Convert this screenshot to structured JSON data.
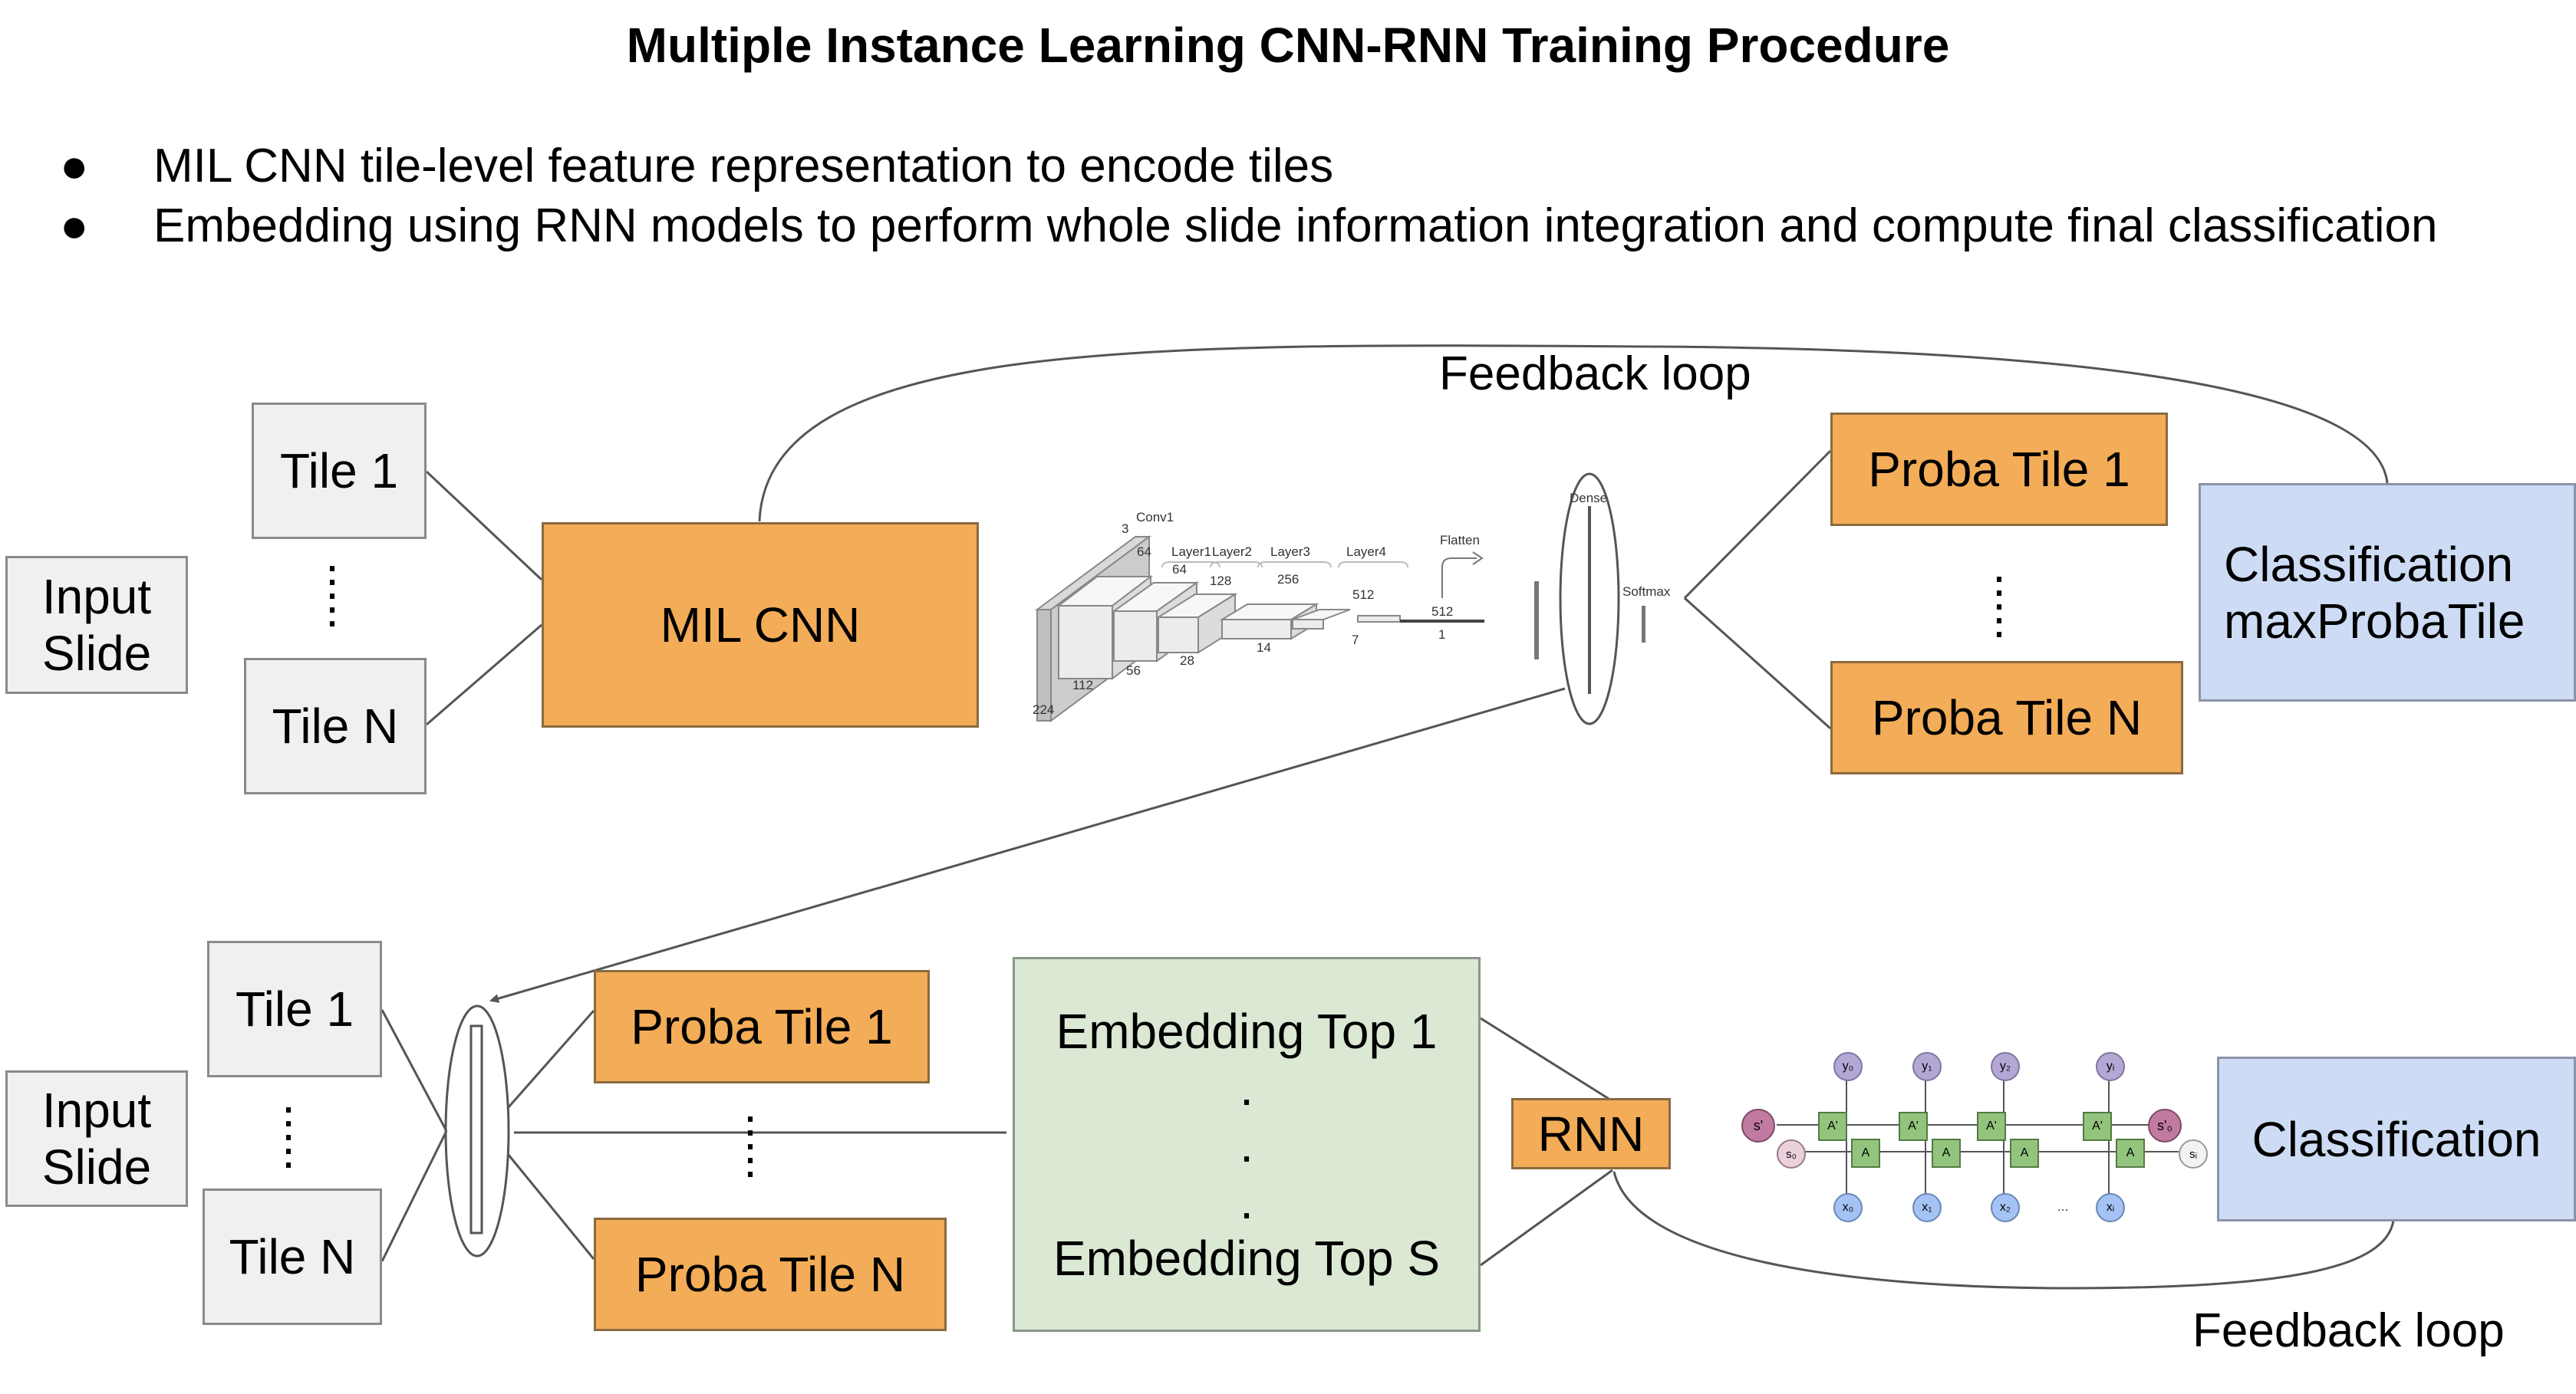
{
  "title": "Multiple Instance Learning CNN-RNN Training Procedure",
  "bullets": [
    "MIL CNN tile-level feature representation to encode tiles",
    "Embedding using RNN models to perform whole slide information integration and compute final classification"
  ],
  "bullet_symbol": "●",
  "top": {
    "input_slide": "Input\nSlide",
    "tile_1": "Tile 1",
    "tile_n": "Tile N",
    "mil_cnn": "MIL CNN",
    "feedback_loop": "Feedback loop",
    "proba_tile_1": "Proba Tile 1",
    "proba_tile_n": "Proba Tile N",
    "classification": "Classification\nmaxProbaTile",
    "cnn_diagram": {
      "conv1": "Conv1",
      "layer1": "Layer1",
      "layer2": "Layer2",
      "layer3": "Layer3",
      "layer4": "Layer4",
      "flatten": "Flatten",
      "dense": "Dense",
      "softmax": "Softmax",
      "n3": "3",
      "n64a": "64",
      "n64b": "64",
      "n128": "128",
      "n256": "256",
      "n512a": "512",
      "n512b": "512",
      "n224": "224",
      "n112": "112",
      "n56": "56",
      "n28": "28",
      "n14": "14",
      "n7": "7",
      "n1": "1"
    }
  },
  "bottom": {
    "input_slide": "Input\nSlide",
    "tile_1": "Tile 1",
    "tile_n": "Tile N",
    "proba_tile_1": "Proba Tile 1",
    "proba_tile_n": "Proba Tile N",
    "embedding_top_1": "Embedding Top 1",
    "embedding_dot": ".",
    "embedding_top_s": "Embedding Top S",
    "rnn": "RNN",
    "classification": "Classification",
    "feedback_loop": "Feedback loop",
    "rnn_diagram": {
      "cell_forward": "A",
      "cell_backward": "A'",
      "s_prime_left": "s'",
      "s_left": "s₀",
      "s_prime_right": "s'₀",
      "s_right": "sᵢ",
      "ellipsis": "...",
      "ys": [
        "y₀",
        "y₁",
        "y₂",
        "yᵢ"
      ],
      "xs": [
        "x₀",
        "x₁",
        "x₂",
        "xᵢ"
      ]
    }
  },
  "colors": {
    "orange": "#f3ac57",
    "blue": "#cddcf4",
    "green": "#dae8d4",
    "gray": "#f0f0f0",
    "rnn_cell": "#93c47d",
    "rnn_io_blue": "#a4c2f4",
    "rnn_io_purple": "#b4a7d6",
    "rnn_state_pink": "#c27ba0"
  }
}
